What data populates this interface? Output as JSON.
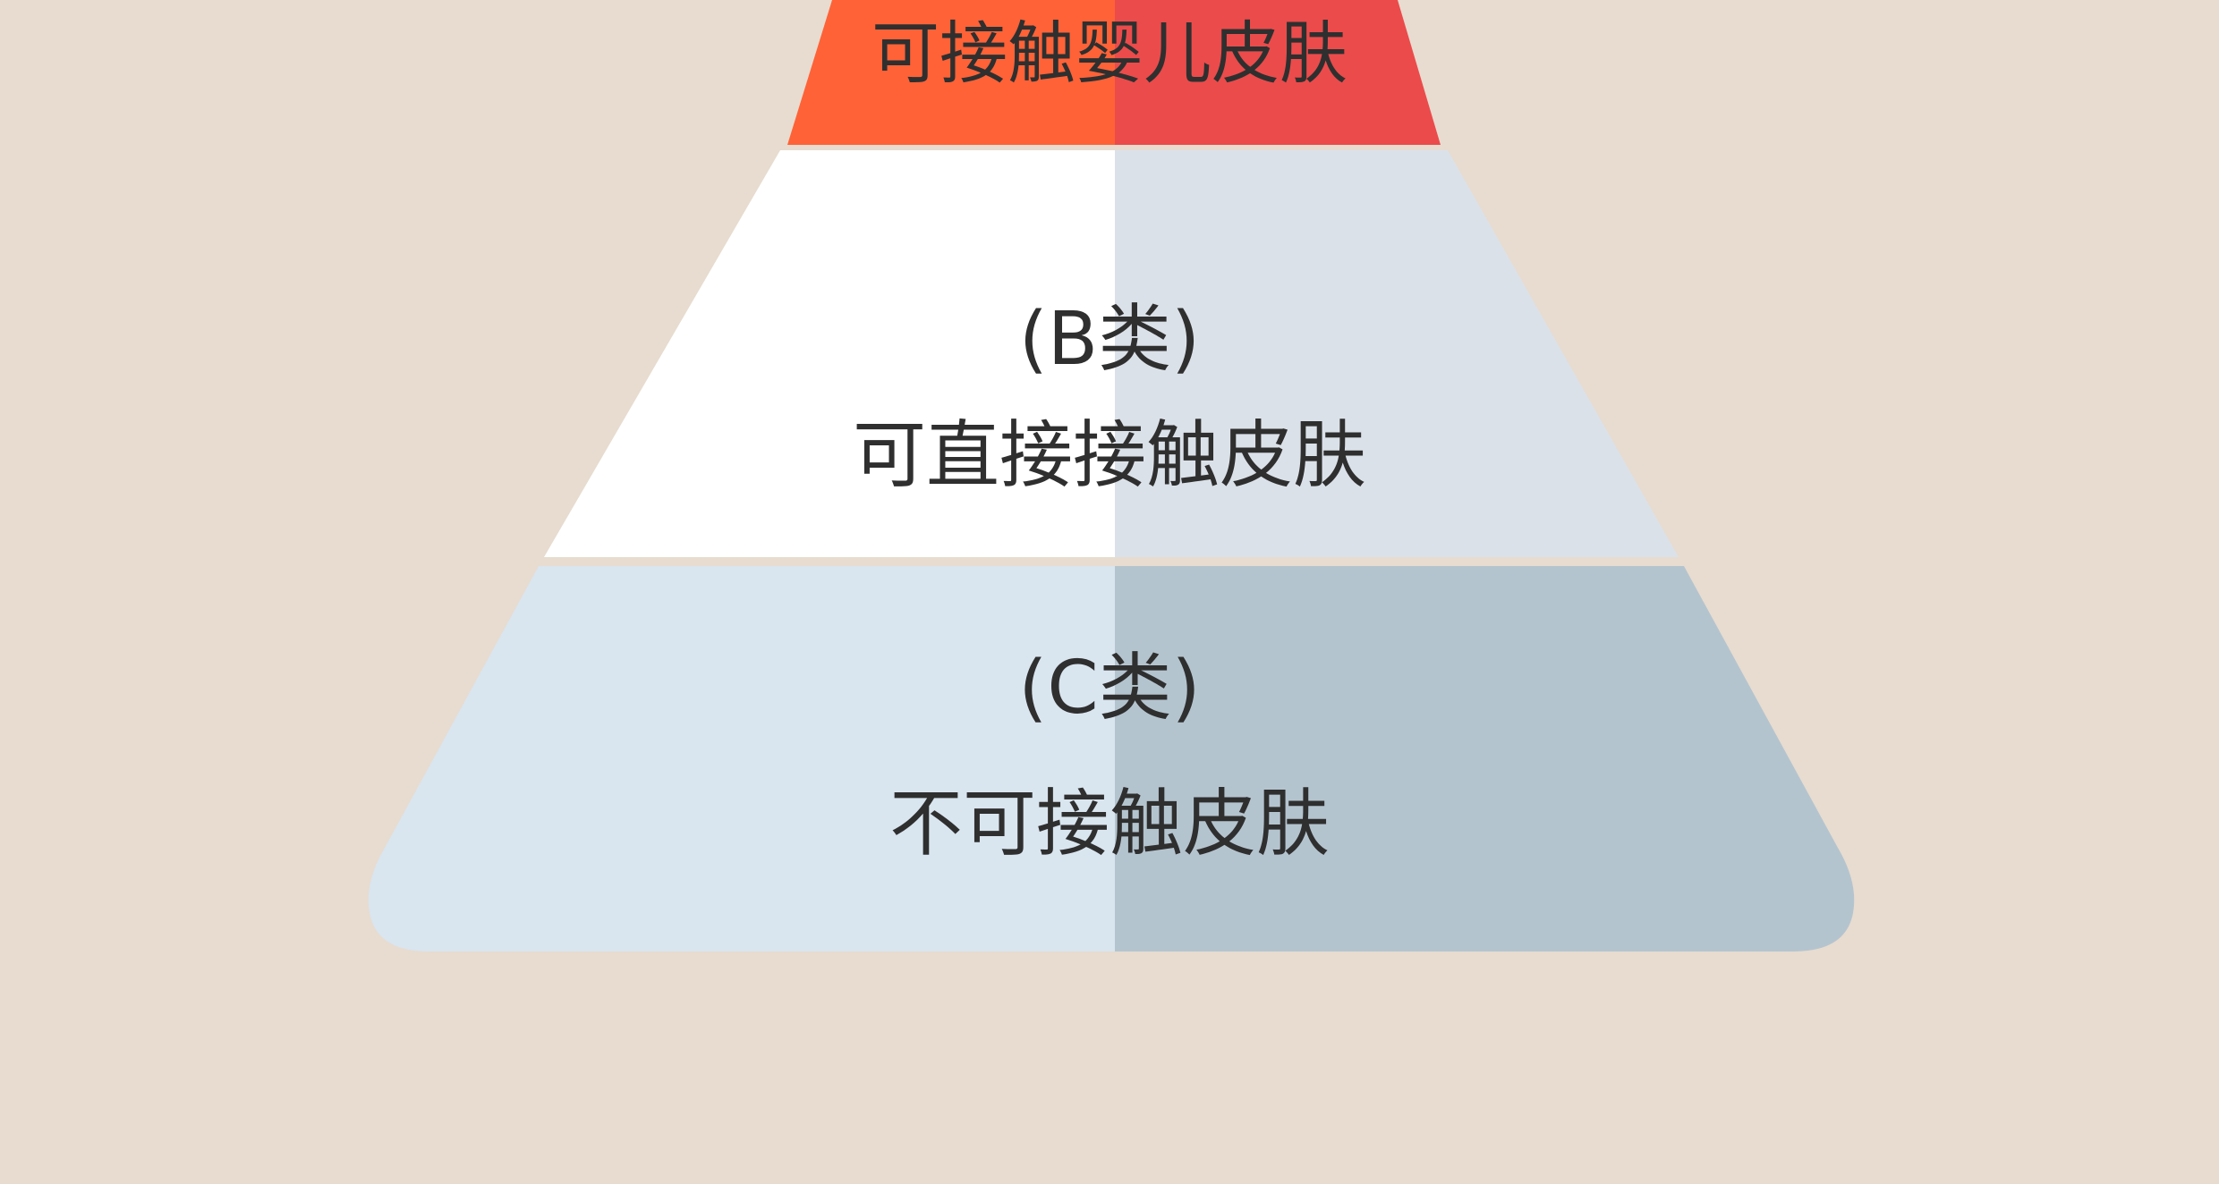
{
  "pyramid": {
    "tiers": [
      {
        "id": "A",
        "lines": [
          "可接触婴儿皮肤"
        ],
        "colors": {
          "left": "#ff6237",
          "right": "#eb4b4b"
        }
      },
      {
        "id": "B",
        "lines": [
          "(B类)",
          "可直接接触皮肤"
        ],
        "colors": {
          "left": "#ffffff",
          "right": "#dbe1e9"
        }
      },
      {
        "id": "C",
        "lines": [
          "(C类)",
          "不可接触皮肤"
        ],
        "colors": {
          "left": "#d9e5ef",
          "right": "#b4c4cf"
        }
      }
    ],
    "background": "#e7dccf"
  }
}
